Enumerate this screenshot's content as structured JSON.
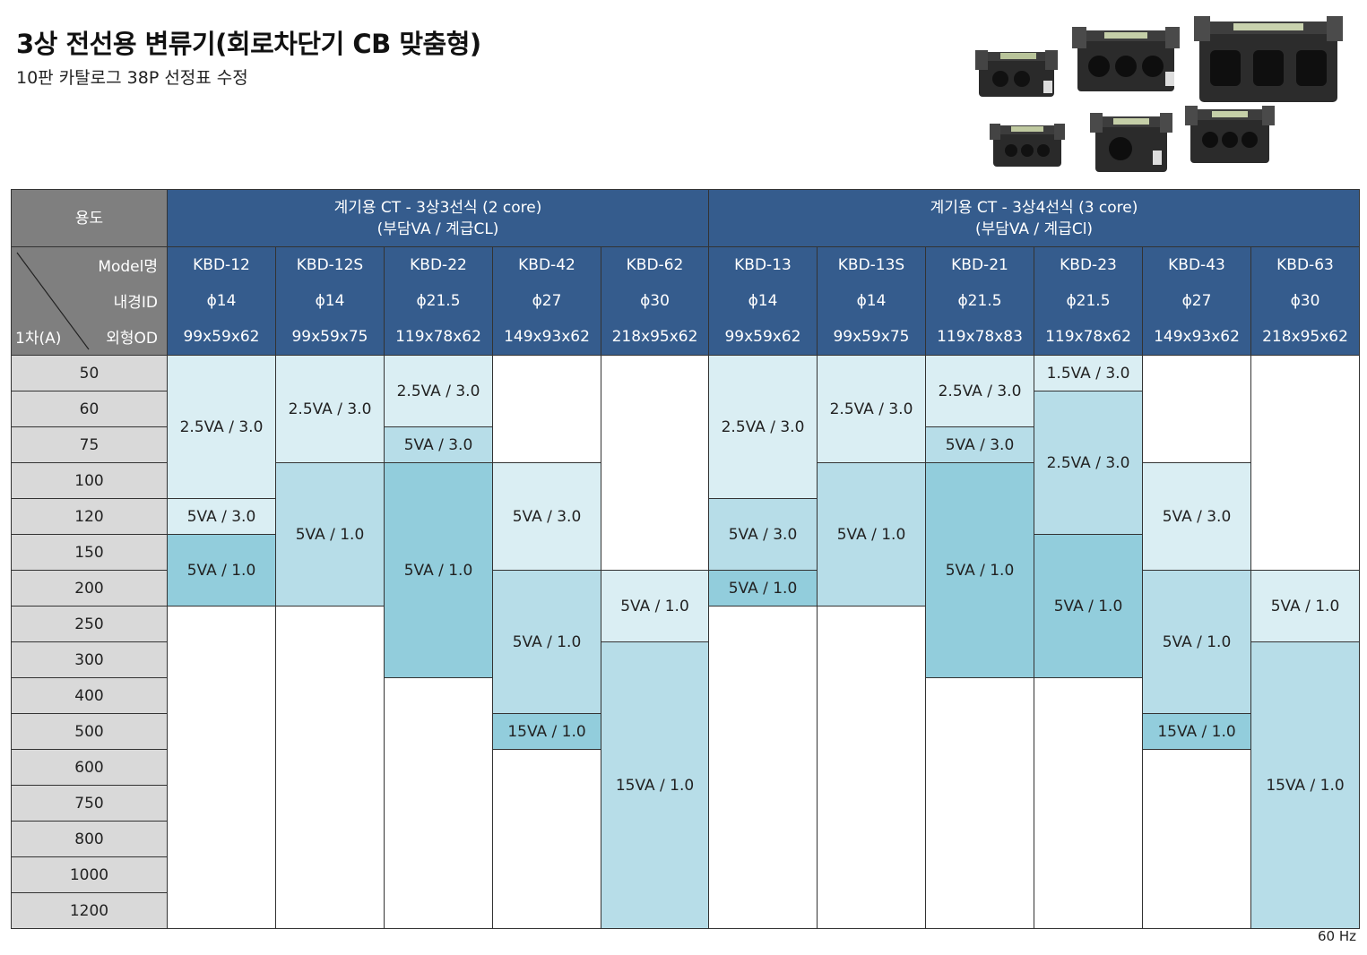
{
  "title": "3상 전선용 변류기(회로차단기 CB 맞춤형)",
  "subtitle": "10판 카탈로그 38P 선정표 수정",
  "footer_note": "60 Hz",
  "header": {
    "usage_label": "용도",
    "group1_line1": "계기용 CT - 3상3선식 (2 core)",
    "group1_line2": "(부담VA / 계급CL)",
    "group2_line1": "계기용 CT - 3상4선식 (3 core)",
    "group2_line2": "(부담VA / 계급Cl)",
    "model_label": "Model명",
    "id_label": "내경ID",
    "od_label": "외형OD",
    "primary_label": "1차(A)"
  },
  "models": [
    {
      "name": "KBD-12",
      "id": "ϕ14",
      "od": "99x59x62"
    },
    {
      "name": "KBD-12S",
      "id": "ϕ14",
      "od": "99x59x75"
    },
    {
      "name": "KBD-22",
      "id": "ϕ21.5",
      "od": "119x78x62"
    },
    {
      "name": "KBD-42",
      "id": "ϕ27",
      "od": "149x93x62"
    },
    {
      "name": "KBD-62",
      "id": "ϕ30",
      "od": "218x95x62"
    },
    {
      "name": "KBD-13",
      "id": "ϕ14",
      "od": "99x59x62"
    },
    {
      "name": "KBD-13S",
      "id": "ϕ14",
      "od": "99x59x75"
    },
    {
      "name": "KBD-21",
      "id": "ϕ21.5",
      "od": "119x78x83"
    },
    {
      "name": "KBD-23",
      "id": "ϕ21.5",
      "od": "119x78x62"
    },
    {
      "name": "KBD-43",
      "id": "ϕ27",
      "od": "149x93x62"
    },
    {
      "name": "KBD-63",
      "id": "ϕ30",
      "od": "218x95x62"
    }
  ],
  "amps": [
    "50",
    "60",
    "75",
    "100",
    "120",
    "150",
    "200",
    "250",
    "300",
    "400",
    "500",
    "600",
    "750",
    "800",
    "1000",
    "1200"
  ],
  "columns": [
    [
      {
        "span": 4,
        "text": "2.5VA / 3.0",
        "shade": "c1"
      },
      {
        "span": 1,
        "text": "5VA / 3.0",
        "shade": "c1"
      },
      {
        "span": 2,
        "text": "5VA / 1.0",
        "shade": "c3"
      },
      {
        "span": 9,
        "text": "",
        "shade": "blank"
      }
    ],
    [
      {
        "span": 3,
        "text": "2.5VA / 3.0",
        "shade": "c1"
      },
      {
        "span": 4,
        "text": "5VA / 1.0",
        "shade": "c2"
      },
      {
        "span": 9,
        "text": "",
        "shade": "blank"
      }
    ],
    [
      {
        "span": 2,
        "text": "2.5VA / 3.0",
        "shade": "c1"
      },
      {
        "span": 1,
        "text": "5VA / 3.0",
        "shade": "c2"
      },
      {
        "span": 6,
        "text": "5VA / 1.0",
        "shade": "c3"
      },
      {
        "span": 7,
        "text": "",
        "shade": "blank"
      }
    ],
    [
      {
        "span": 3,
        "text": "",
        "shade": "blank"
      },
      {
        "span": 3,
        "text": "5VA / 3.0",
        "shade": "c1"
      },
      {
        "span": 4,
        "text": "5VA / 1.0",
        "shade": "c2"
      },
      {
        "span": 1,
        "text": "15VA / 1.0",
        "shade": "c3"
      },
      {
        "span": 5,
        "text": "",
        "shade": "blank"
      }
    ],
    [
      {
        "span": 6,
        "text": "",
        "shade": "blank"
      },
      {
        "span": 2,
        "text": "5VA / 1.0",
        "shade": "c1"
      },
      {
        "span": 8,
        "text": "15VA / 1.0",
        "shade": "c2"
      }
    ],
    [
      {
        "span": 4,
        "text": "2.5VA / 3.0",
        "shade": "c1"
      },
      {
        "span": 2,
        "text": "5VA / 3.0",
        "shade": "c2"
      },
      {
        "span": 1,
        "text": "5VA / 1.0",
        "shade": "c3"
      },
      {
        "span": 9,
        "text": "",
        "shade": "blank"
      }
    ],
    [
      {
        "span": 3,
        "text": "2.5VA / 3.0",
        "shade": "c1"
      },
      {
        "span": 4,
        "text": "5VA / 1.0",
        "shade": "c2"
      },
      {
        "span": 9,
        "text": "",
        "shade": "blank"
      }
    ],
    [
      {
        "span": 2,
        "text": "2.5VA / 3.0",
        "shade": "c1"
      },
      {
        "span": 1,
        "text": "5VA / 3.0",
        "shade": "c2"
      },
      {
        "span": 6,
        "text": "5VA / 1.0",
        "shade": "c3"
      },
      {
        "span": 7,
        "text": "",
        "shade": "blank"
      }
    ],
    [
      {
        "span": 1,
        "text": "1.5VA / 3.0",
        "shade": "c1"
      },
      {
        "span": 4,
        "text": "2.5VA / 3.0",
        "shade": "c2"
      },
      {
        "span": 4,
        "text": "5VA / 1.0",
        "shade": "c3"
      },
      {
        "span": 7,
        "text": "",
        "shade": "blank"
      }
    ],
    [
      {
        "span": 3,
        "text": "",
        "shade": "blank"
      },
      {
        "span": 3,
        "text": "5VA / 3.0",
        "shade": "c1"
      },
      {
        "span": 4,
        "text": "5VA / 1.0",
        "shade": "c2"
      },
      {
        "span": 1,
        "text": "15VA / 1.0",
        "shade": "c3"
      },
      {
        "span": 5,
        "text": "",
        "shade": "blank"
      }
    ],
    [
      {
        "span": 6,
        "text": "",
        "shade": "blank"
      },
      {
        "span": 2,
        "text": "5VA / 1.0",
        "shade": "c1"
      },
      {
        "span": 8,
        "text": "15VA / 1.0",
        "shade": "c2"
      }
    ]
  ]
}
